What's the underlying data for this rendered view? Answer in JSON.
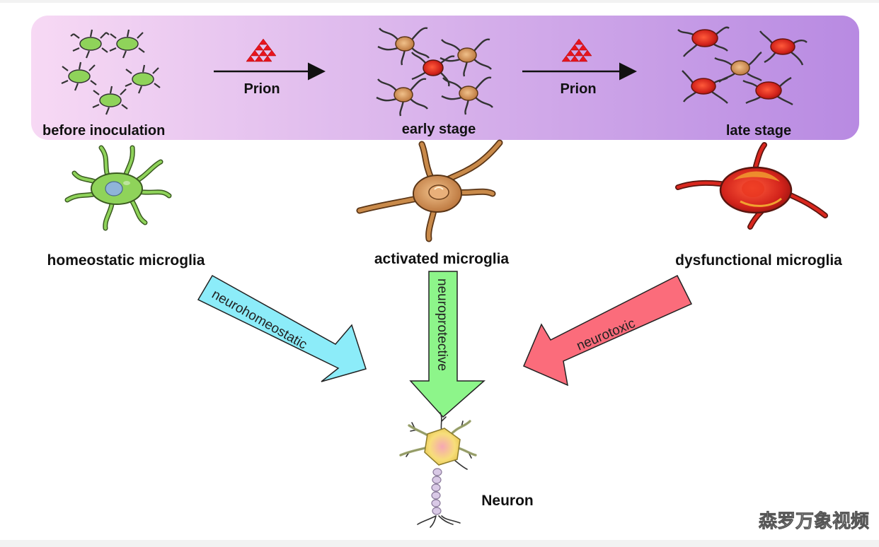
{
  "stages": {
    "before_label": "before inoculation",
    "early_label": "early stage",
    "late_label": "late stage",
    "prion_label_1": "Prion",
    "prion_label_2": "Prion"
  },
  "microglia": {
    "homeostatic_label": "homeostatic microglia",
    "activated_label": "activated microglia",
    "dysfunctional_label": "dysfunctional microglia"
  },
  "effects": {
    "left_arrow_label": "neurohomeostatic",
    "center_arrow_label": "neuroprotective",
    "right_arrow_label": "neurotoxic"
  },
  "neuron_label": "Neuron",
  "watermark": "森罗万象视频",
  "colors": {
    "banner_start": "#f6d6f3",
    "banner_end": "#b98ae0",
    "homeostatic_green": "#8fd35a",
    "activated_orange": "#c98a4a",
    "dysfunctional_red": "#d9271e",
    "prion_red": "#e8141e",
    "arrow_cyan": "#8cecf9",
    "arrow_green": "#8df58a",
    "arrow_pink": "#fb6c7b"
  }
}
